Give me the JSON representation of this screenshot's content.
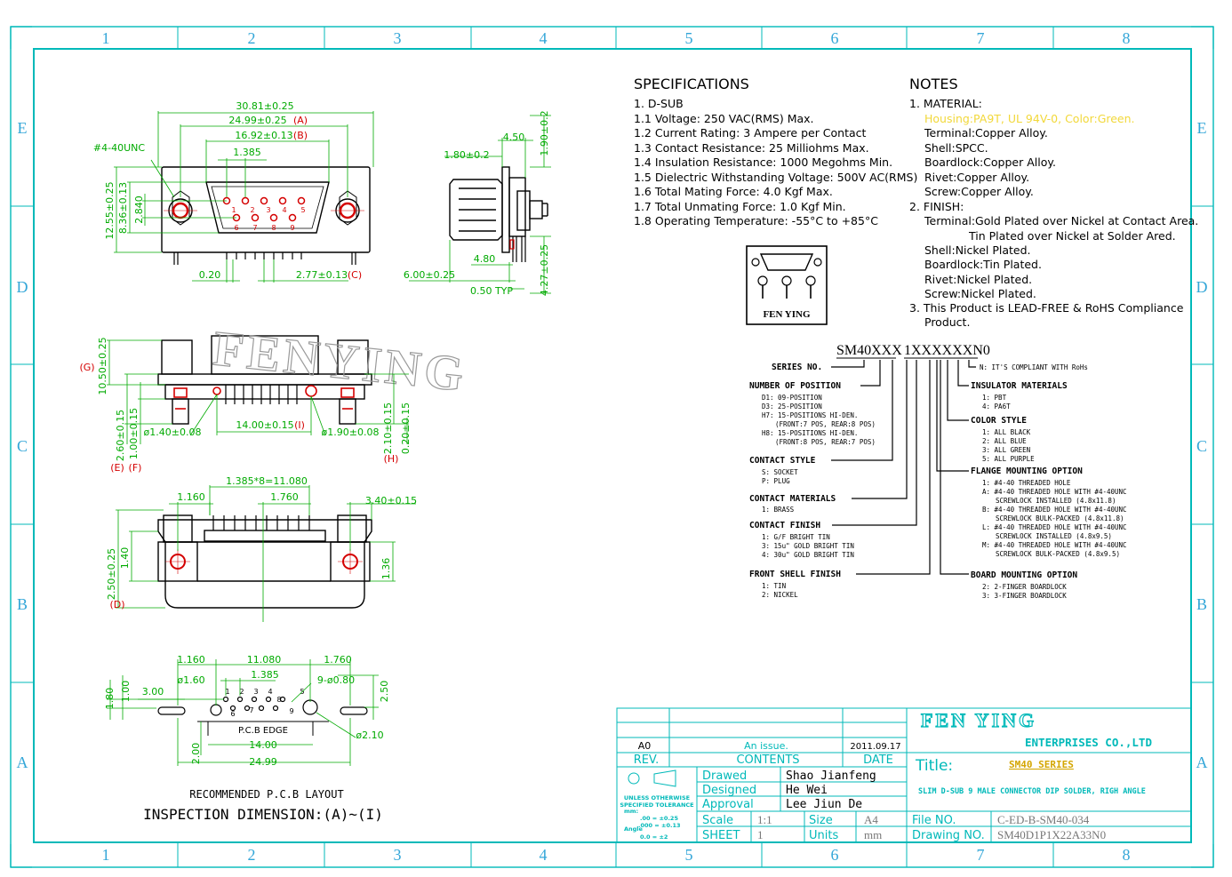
{
  "zones": {
    "columns": [
      "1",
      "2",
      "3",
      "4",
      "5",
      "6",
      "7",
      "8"
    ],
    "rows": [
      "E",
      "D",
      "C",
      "B",
      "A"
    ]
  },
  "specifications": {
    "heading": "SPECIFICATIONS",
    "items": [
      "1. D-SUB",
      "1.1 Voltage: 250 VAC(RMS) Max.",
      "1.2 Current Rating: 3 Ampere per Contact",
      "1.3 Contact Resistance: 25 Milliohms Max.",
      "1.4 Insulation Resistance: 1000 Megohms Min.",
      "1.5 Dielectric Withstanding Voltage: 500V AC(RMS)",
      "1.6 Total Mating Force: 4.0 Kgf Max.",
      "1.7 Total Unmating Force: 1.0 Kgf Min.",
      "1.8 Operating Temperature: -55°C to +85°C"
    ]
  },
  "notes": {
    "heading": "NOTES",
    "material_heading": "1. MATERIAL:",
    "housing": "Housing:PA9T, UL 94V-0, Color:Green.",
    "materials": [
      "Terminal:Copper Alloy.",
      "Shell:SPCC.",
      "Boardlock:Copper Alloy.",
      "Rivet:Copper Alloy.",
      "Screw:Copper Alloy."
    ],
    "finish_heading": "2. FINISH:",
    "finish_terminal_1": "Terminal:Gold Plated over Nickel at Contact Area.",
    "finish_terminal_2": "Tin Plated over Nickel at Solder Ared.",
    "finishes": [
      "Shell:Nickel Plated.",
      "Boardlock:Tin Plated.",
      "Rivet:Nickel Plated.",
      "Screw:Nickel Plated."
    ],
    "rohs_1": "3. This Product is LEAD-FREE & RoHS Compliance",
    "rohs_2": "Product.",
    "housing_color": "#f2d83a"
  },
  "logo_badge": {
    "text": "FEN YING"
  },
  "watermark": "FENYING",
  "part_number": {
    "prefix": "SM40XXX",
    "suffix": "1XXXXXXN0",
    "left_groups": [
      {
        "title": "SERIES NO.",
        "options": []
      },
      {
        "title": "NUMBER OF POSITION",
        "options": [
          "D1: 09-POSITION",
          "D3: 25-POSITION",
          "H7: 15-POSITIONS HI-DEN.",
          "(FRONT:7 POS, REAR:8 POS)",
          "H8: 15-POSITIONS HI-DEN.",
          "(FRONT:8 POS, REAR:7 POS)"
        ]
      },
      {
        "title": "CONTACT STYLE",
        "options": [
          "S: SOCKET",
          "P: PLUG"
        ]
      },
      {
        "title": "CONTACT MATERIALS",
        "options": [
          "1: BRASS"
        ]
      },
      {
        "title": "CONTACT FINISH",
        "options": [
          "1: G/F BRIGHT TIN",
          "3: 15u\" GOLD BRIGHT TIN",
          "4: 30u\" GOLD BRIGHT TIN"
        ]
      },
      {
        "title": "FRONT SHELL FINISH",
        "options": [
          "1: TIN",
          "2: NICKEL"
        ]
      }
    ],
    "right_groups": [
      {
        "title": "N: IT'S COMPLIANT WITH RoHs",
        "options": []
      },
      {
        "title": "INSULATOR MATERIALS",
        "options": [
          "1: PBT",
          "4: PA6T"
        ]
      },
      {
        "title": "COLOR STYLE",
        "options": [
          "1: ALL BLACK",
          "2: ALL BLUE",
          "3: ALL GREEN",
          "5: ALL PURPLE"
        ]
      },
      {
        "title": "FLANGE MOUNTING OPTION",
        "options": [
          "1: #4-40 THREADED HOLE",
          "A: #4-40 THREADED HOLE WITH #4-40UNC",
          "SCREWLOCK INSTALLED (4.8x11.8)",
          "B: #4-40 THREADED HOLE WITH #4-40UNC",
          "SCREWLOCK BULK-PACKED (4.8x11.8)",
          "L: #4-40 THREADED HOLE WITH #4-40UNC",
          "SCREWLOCK INSTALLED (4.8x9.5)",
          "M: #4-40 THREADED HOLE WITH #4-40UNC",
          "SCREWLOCK BULK-PACKED (4.8x9.5)"
        ]
      },
      {
        "title": "BOARD MOUNTING OPTION",
        "options": [
          "2: 2-FINGER BOARDLOCK",
          "3: 3-FINGER BOARDLOCK"
        ]
      }
    ]
  },
  "front_view": {
    "dims": [
      "30.81±0.25",
      "24.99±0.25",
      "(A)",
      "16.92±0.13",
      "(B)",
      "1.385",
      "#4-40UNC",
      "12.55±0.25",
      "8.36±0.13",
      "2.840",
      "0.20",
      "2.77±0.13",
      "(C)"
    ],
    "pins": [
      "1",
      "2",
      "3",
      "4",
      "5",
      "6",
      "7",
      "8",
      "9"
    ]
  },
  "side_view": {
    "dims": [
      "4.50",
      "1.90±0.2",
      "1.80±0.2",
      "6.00±0.25",
      "4.80",
      "0.50 TYP",
      "4.27±0.25"
    ]
  },
  "top_view": {
    "dims": [
      "(G)",
      "10.50±0.25",
      "2.60±0.15",
      "1.00±0.15",
      "(E)",
      "(F)",
      "ø1.40±0.08",
      "14.00±0.15",
      "(I)",
      "ø1.90±0.08",
      "2.10±0.15",
      "0.20±0.15",
      "(H)"
    ]
  },
  "bottom_view": {
    "dims": [
      "1.385*8=11.080",
      "1.160",
      "1.760",
      "3.40±0.15",
      "2.50±0.25",
      "1.40",
      "(D)",
      "1.36"
    ]
  },
  "pcb_layout": {
    "dims": [
      "1.160",
      "11.080",
      "1.760",
      "ø1.60",
      "1.385",
      "9-ø0.80",
      "1.80",
      "1.00",
      "3.00",
      "2.50",
      "2.00",
      "14.00",
      "24.99",
      "ø2.10"
    ],
    "edge_label": "P.C.B EDGE",
    "pins": [
      "1",
      "2",
      "3",
      "4",
      "5",
      "6",
      "7",
      "8",
      "9"
    ],
    "caption": "RECOMMENDED P.C.B LAYOUT",
    "inspection": "INSPECTION DIMENSION:(A)~(I)"
  },
  "title_block": {
    "rev_letter": "A0",
    "rev_contents": "An issue.",
    "rev_date": "2011.09.17",
    "rev_header": "REV.",
    "contents_header": "CONTENTS",
    "date_header": "DATE",
    "drawed_label": "Drawed",
    "drawed_value": "Shao Jianfeng",
    "designed_label": "Designed",
    "designed_value": "He Wei",
    "approval_label": "Approval",
    "approval_value": "Lee Jiun De",
    "scale_label": "Scale",
    "scale_value": "1:1",
    "size_label": "Size",
    "size_value": "A4",
    "sheet_label": "SHEET",
    "sheet_value": "1",
    "units_label": "Units",
    "units_value": "mm",
    "tol_1": "UNLESS OTHERWISE",
    "tol_2": "SPECIFIED TOLERANCE",
    "tol_unit": "mm:",
    "tol_a": ".00 = ±0.25",
    "tol_b": ".000 = ±0.13",
    "tol_angle_label": "Angle",
    "tol_angle": "0.0 = ±2",
    "company": "FEN YING",
    "enterprises": "ENTERPRISES CO.,LTD",
    "title_label": "Title:",
    "title_value": "SM40 SERIES",
    "description": "SLIM D-SUB 9 MALE CONNECTOR DIP SOLDER, RIGH ANGLE",
    "file_label": "File NO.",
    "file_value": "C-ED-B-SM40-034",
    "drawing_label": "Drawing NO.",
    "drawing_value": "SM40D1P1X22A33N0"
  },
  "colors": {
    "frame": "#00b9b9",
    "drawing": "#000000",
    "dimension": "#00aa00",
    "marker": "#d40000",
    "zone": "#33a6d8"
  }
}
